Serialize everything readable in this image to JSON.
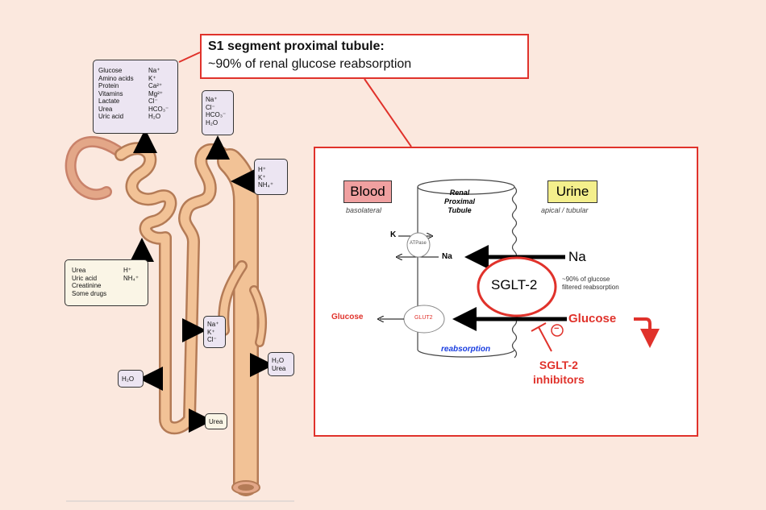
{
  "callout": {
    "title": "S1 segment proximal tubule:",
    "text": "~90% of renal glucose reabsorption"
  },
  "nephron": {
    "box_top": {
      "left": [
        "Glucose",
        "Amino acids",
        "Protein",
        "Vitamins",
        "Lactate",
        "Urea",
        "Uric acid"
      ],
      "right": [
        "Na⁺",
        "K⁺",
        "Ca²⁺",
        "Mg²⁺",
        "Cl⁻",
        "HCO₃⁻",
        "H₂O"
      ]
    },
    "box_loop_top": [
      "Na⁺",
      "Cl⁻",
      "HCO₃⁻",
      "H₂O"
    ],
    "box_right_top": [
      "H⁺",
      "K⁺",
      "NH₄⁺"
    ],
    "box_secrete": {
      "left": [
        "Urea",
        "Uric acid",
        "Creatinine",
        "Some drugs"
      ],
      "right": [
        "H⁺",
        "NH₄⁺"
      ]
    },
    "box_loop_mid": [
      "Na⁺",
      "K⁺",
      "Cl⁻"
    ],
    "box_h2o_left": "H₂O",
    "box_h2o_urea": [
      "H₂O",
      "Urea"
    ],
    "box_urea": "Urea"
  },
  "panel": {
    "blood": "Blood",
    "blood_sub": "basolateral",
    "urine": "Urine",
    "urine_sub": "apical / tubular",
    "tubule_label": [
      "Renal",
      "Proximal",
      "Tubule"
    ],
    "k": "K",
    "atpase": "ATPase",
    "na_inner": "Na",
    "na_outer": "Na",
    "sglt2": "SGLT-2",
    "note": [
      "~90% of glucose",
      "filtered reabsorption"
    ],
    "glucose_left": "Glucose",
    "glut2": "GLUT2",
    "glucose_right": "Glucose",
    "inhibit_sign": "−",
    "reabsorption": "reabsorption",
    "inhibitors": [
      "SGLT-2",
      "inhibitors"
    ]
  },
  "colors": {
    "accent": "#e0322b",
    "tubule": "#f2c296",
    "blood_chip": "#f0a0a0",
    "urine_chip": "#f4ef8c"
  }
}
